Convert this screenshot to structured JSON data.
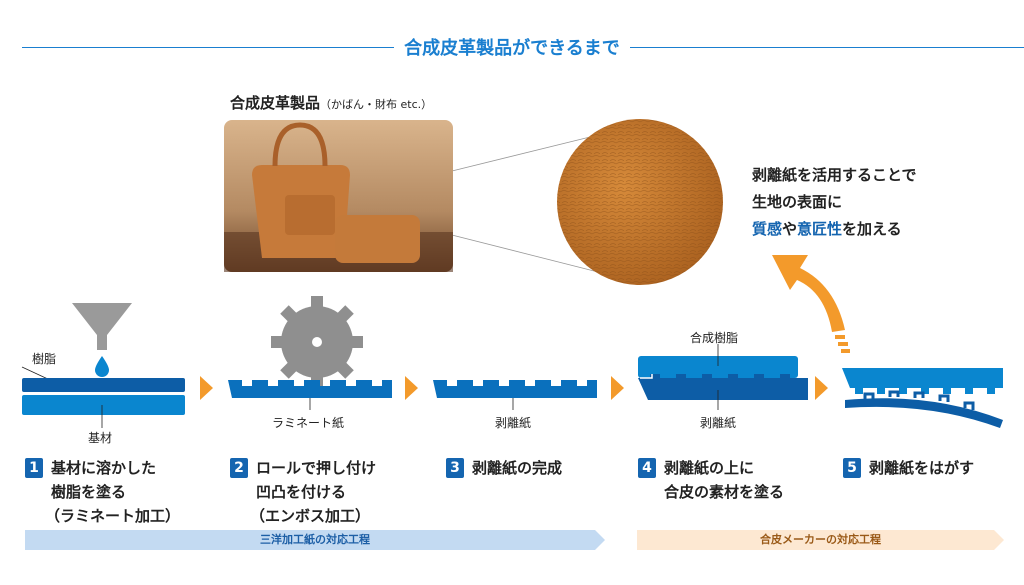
{
  "title": "合成皮革製品ができるまで",
  "product": {
    "label": "合成皮革製品",
    "sub": "（かばん・財布 etc.）"
  },
  "message": {
    "line1": "剥離紙を活用することで",
    "line2": "生地の表面に",
    "hl1": "質感",
    "mid": "や",
    "hl2": "意匠性",
    "end": "を加える"
  },
  "labels": {
    "resin": "樹脂",
    "base": "基材",
    "laminate_paper": "ラミネート紙",
    "release_paper_3": "剥離紙",
    "synthetic_resin": "合成樹脂",
    "release_paper_4": "剥離紙"
  },
  "steps": [
    {
      "num": "1",
      "lines": [
        "基材に溶かした",
        "樹脂を塗る",
        "（ラミネート加工）"
      ]
    },
    {
      "num": "2",
      "lines": [
        "ロールで押し付け",
        "凹凸を付ける",
        "（エンボス加工）"
      ]
    },
    {
      "num": "3",
      "lines": [
        "剥離紙の完成"
      ]
    },
    {
      "num": "4",
      "lines": [
        "剥離紙の上に",
        "合皮の素材を塗る"
      ]
    },
    {
      "num": "5",
      "lines": [
        "剥離紙をはがす"
      ]
    }
  ],
  "bars": {
    "sanyo": "三洋加工紙の対応工程",
    "maker": "合皮メーカーの対応工程"
  },
  "colors": {
    "blue": "#1a7fd0",
    "layer_light": "#0a86cf",
    "layer_dark": "#0d5da6",
    "orange": "#f39a2b",
    "badge": "#1565b0"
  }
}
